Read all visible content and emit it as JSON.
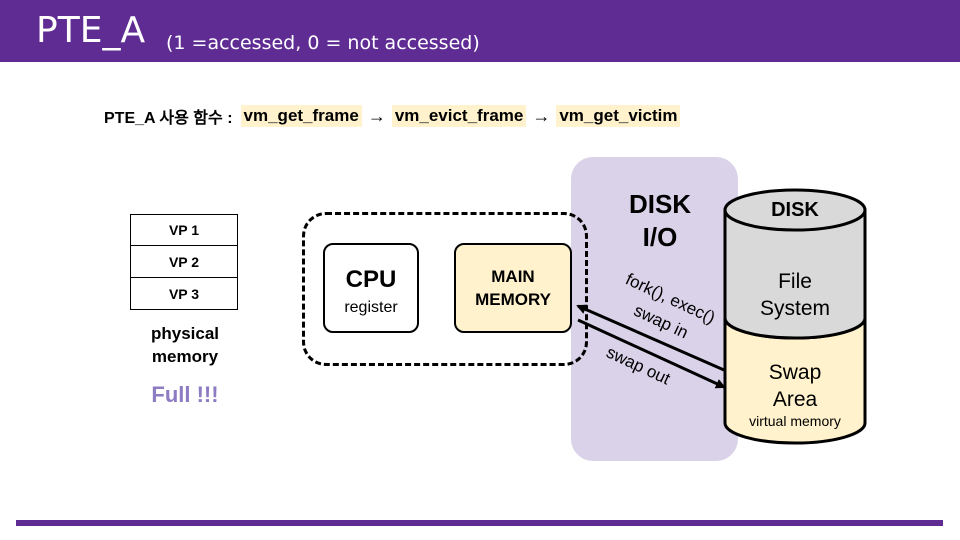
{
  "header": {
    "title": "PTE_A",
    "subtitle": "(1 =accessed, 0 = not accessed)",
    "background": "#5f2c94"
  },
  "functions": {
    "label": "PTE_A 사용 함수 :",
    "items": [
      "vm_get_frame",
      "vm_evict_frame",
      "vm_get_victim"
    ],
    "arrow": "→",
    "highlight_color": "#fff2cc"
  },
  "physical_memory": {
    "pages": [
      "VP 1",
      "VP 2",
      "VP 3"
    ],
    "label_line1": "physical",
    "label_line2": "memory",
    "status": "Full !!!",
    "status_color": "#8e7cc3"
  },
  "disk_io": {
    "line1": "DISK",
    "line2": "I/O",
    "background": "#d9d2e9"
  },
  "cpu": {
    "title": "CPU",
    "subtitle": "register"
  },
  "main_memory": {
    "line1": "MAIN",
    "line2": "MEMORY",
    "background": "#fff2cc"
  },
  "disk": {
    "title": "DISK",
    "fs_line1": "File",
    "fs_line2": "System",
    "swap_line1": "Swap",
    "swap_line2": "Area",
    "swap_sub": "virtual memory",
    "fs_color": "#d9d9d9",
    "swap_color": "#fff2cc"
  },
  "arrows": {
    "upper_line1": "fork(), exec()",
    "upper_line2": "swap in",
    "lower": "swap out"
  },
  "footer_line_color": "#5f2c94"
}
